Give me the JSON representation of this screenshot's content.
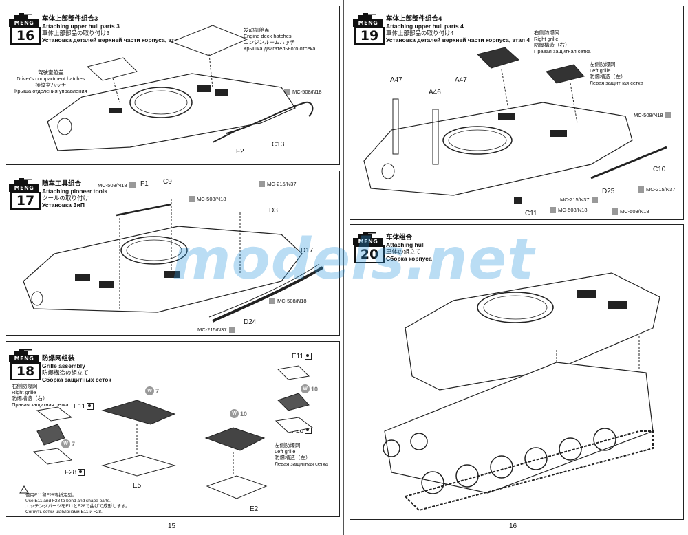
{
  "steps": [
    {
      "num": "16",
      "brand": "MENG",
      "cn": "车体上部部件组合3",
      "en": "Attaching upper hull parts 3",
      "jp": "車体上部部品の取り付け3",
      "ru": "Установка деталей верхней части корпуса, этап 3"
    },
    {
      "num": "17",
      "brand": "MENG",
      "cn": "随车工具组合",
      "en": "Attaching pioneer tools",
      "jp": "ツールの取り付け",
      "ru": "Установка ЗиП"
    },
    {
      "num": "18",
      "brand": "MENG",
      "cn": "防爆网组装",
      "en": "Grille assembly",
      "jp": "防爆構造の組立て",
      "ru": "Сборка защитных сеток"
    },
    {
      "num": "19",
      "brand": "MENG",
      "cn": "车体上部部件组合4",
      "en": "Attaching upper hull parts 4",
      "jp": "車体上部部品の取り付け4",
      "ru": "Установка деталей верхней части корпуса, этап 4"
    },
    {
      "num": "20",
      "brand": "MENG",
      "cn": "车体组合",
      "en": "Attaching hull",
      "jp": "車体の組立て",
      "ru": "Сборка корпуса"
    }
  ],
  "step16": {
    "engine_hatch": [
      "发动机舱盖",
      "Engine deck hatches",
      "エンジンルームハッチ",
      "Крышка двигательного отсека"
    ],
    "driver_hatch": [
      "驾驶室舱盖",
      "Driver's compartment hatches",
      "操縦室ハッチ",
      "Крыша отделения управления"
    ],
    "paint": "MC-508/N18",
    "parts": [
      "F2",
      "C13"
    ]
  },
  "step17": {
    "paint_top": "MC-508/N18",
    "paint_mid": "MC-508/N18",
    "paint_r1": "MC-215/N37",
    "paint_r2": "MC-508/N18",
    "paint_bottom": "MC-215/N37",
    "parts": [
      "F1",
      "C9",
      "D3",
      "D17",
      "D24"
    ]
  },
  "step18": {
    "right_grille": [
      "右侧防爆网",
      "Right grille",
      "防爆構造（右）",
      "Правая защитная сетка"
    ],
    "left_grille": [
      "左侧防爆网",
      "Left grille",
      "防爆構造（左）",
      "Левая защитная сетка"
    ],
    "parts": [
      "E11",
      "F28",
      "E5",
      "E2",
      "E11",
      "F28"
    ],
    "w": [
      "7",
      "7",
      "10",
      "10"
    ],
    "note": [
      "使用E11和F28弯折定型。",
      "Use E11 and F28 to bend and shape parts.",
      "エッチングパーツをE11とF28で曲げて成形します。",
      "Согнуть сетки шаблонами E11 и F28."
    ]
  },
  "step19": {
    "right_grille": [
      "右侧防爆网",
      "Right grille",
      "防爆構造（右）",
      "Правая защитная сетка"
    ],
    "left_grille": [
      "左侧防爆网",
      "Left grille",
      "防爆構造（左）",
      "Левая защитная сетка"
    ],
    "parts": [
      "A47",
      "A46",
      "A47",
      "C10",
      "D25",
      "C11"
    ],
    "paint1": "MC-508/N18",
    "paint2": "MC-215/N37",
    "paint3": "MC-215/N37",
    "paint4": "MC-508/N18",
    "paint5": "MC-508/N18"
  },
  "page_numbers": [
    "15",
    "16"
  ],
  "watermark": "models.net"
}
